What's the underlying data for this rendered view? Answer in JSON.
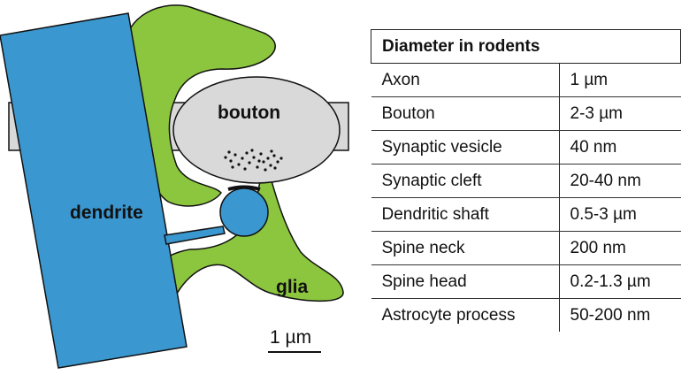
{
  "diagram": {
    "labels": {
      "dendrite": "dendrite",
      "bouton": "bouton",
      "glia": "glia",
      "scale_bar": "1 µm"
    },
    "colors": {
      "dendrite": "#3b97cf",
      "glia": "#8cc63f",
      "axon_bouton": "#d9d9d9",
      "outline": "#111111",
      "vesicle": "#111111"
    }
  },
  "table": {
    "header": "Diameter in rodents",
    "rows": [
      {
        "structure": "Axon",
        "diameter": "1 µm"
      },
      {
        "structure": "Bouton",
        "diameter": "2-3 µm"
      },
      {
        "structure": "Synaptic vesicle",
        "diameter": "40 nm"
      },
      {
        "structure": "Synaptic cleft",
        "diameter": "20-40 nm"
      },
      {
        "structure": "Dendritic shaft",
        "diameter": "0.5-3 µm"
      },
      {
        "structure": "Spine neck",
        "diameter": "200 nm"
      },
      {
        "structure": "Spine head",
        "diameter": "0.2-1.3 µm"
      },
      {
        "structure": "Astrocyte process",
        "diameter": "50-200 nm"
      }
    ]
  }
}
